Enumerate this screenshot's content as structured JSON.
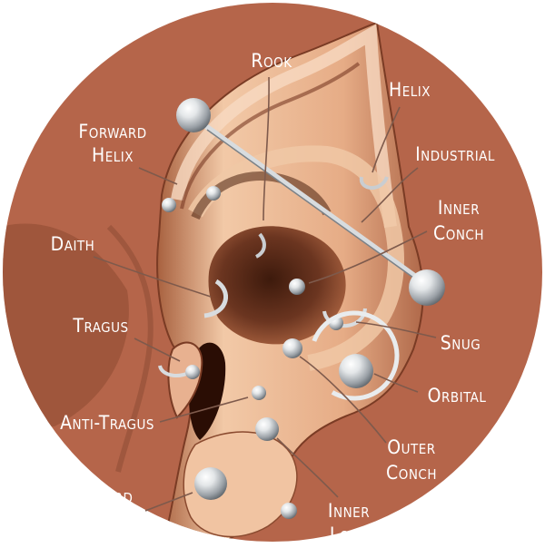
{
  "diagram": {
    "colors": {
      "background_disc": "#b5654a",
      "skin_light": "#f4cfb2",
      "skin_mid": "#d38f68",
      "skin_dark": "#5a2a17",
      "metal": "#c9cdd1",
      "label_text": "#ffffff",
      "leader_line": "#7e5a4c"
    },
    "labels": {
      "rook": "Rook",
      "helix": "Helix",
      "forward_helix_line1": "Forward",
      "forward_helix_line2": "Helix",
      "industrial": "Industrial",
      "inner_conch_line1": "Inner",
      "inner_conch_line2": "Conch",
      "daith": "Daith",
      "tragus": "Tragus",
      "snug": "Snug",
      "orbital": "Orbital",
      "anti_tragus": "Anti-Tragus",
      "outer_conch_line1": "Outer",
      "outer_conch_line2": "Conch",
      "inner_lobe_line1": "Inner",
      "inner_lobe_line2": "Lo",
      "standard_lobe_partial": "rd"
    }
  }
}
